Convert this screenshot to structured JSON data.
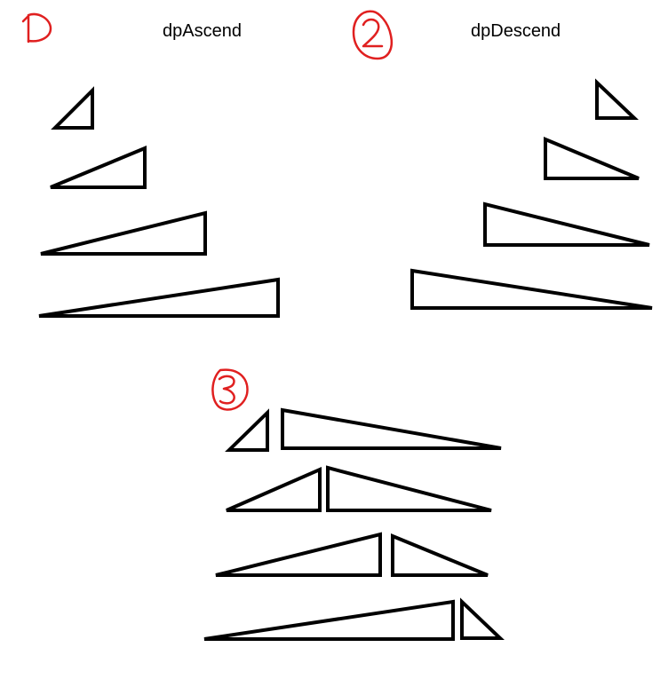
{
  "titles": {
    "ascend": "dpAscend",
    "descend": "dpDescend"
  },
  "markers": [
    {
      "id": "marker-1",
      "label": "1",
      "color": "#e02020"
    },
    {
      "id": "marker-2",
      "label": "2",
      "color": "#e02020"
    },
    {
      "id": "marker-3",
      "label": "3",
      "color": "#e02020"
    }
  ],
  "colors": {
    "stroke": "#000000",
    "marker": "#e02020",
    "background": "#ffffff"
  }
}
